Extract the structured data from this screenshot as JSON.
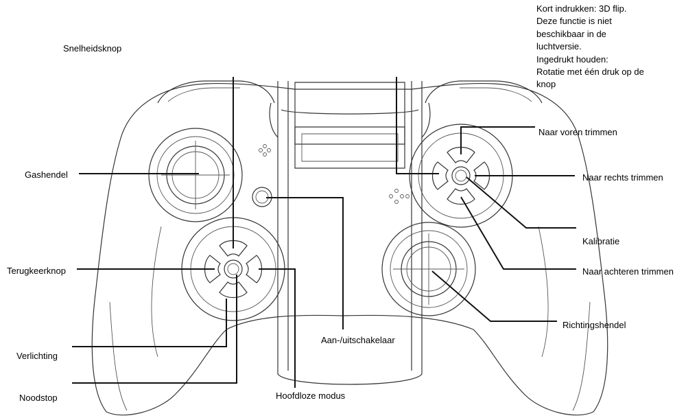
{
  "labels": {
    "speed_button": "Snelheidsknop",
    "throttle": "Gashendel",
    "return_button": "Terugkeerknop",
    "lighting": "Verlichting",
    "emergency_stop": "Noodstop",
    "headless_mode": "Hoofdloze modus",
    "power_switch": "Aan-/uitschakelaar",
    "trim_forward": "Naar voren trimmen",
    "trim_right": "Naar rechts trimmen",
    "calibration": "Kalibratie",
    "trim_backward": "Naar achteren trimmen",
    "direction_stick": "Richtingshendel"
  },
  "flip_note": {
    "line1": "Kort indrukken: 3D flip.",
    "line2": "Deze functie is niet",
    "line3": "beschikbaar in de",
    "line4": "luchtversie.",
    "line5": "Ingedrukt houden:",
    "line6": "Rotatie met één druk op de",
    "line7": "knop"
  }
}
